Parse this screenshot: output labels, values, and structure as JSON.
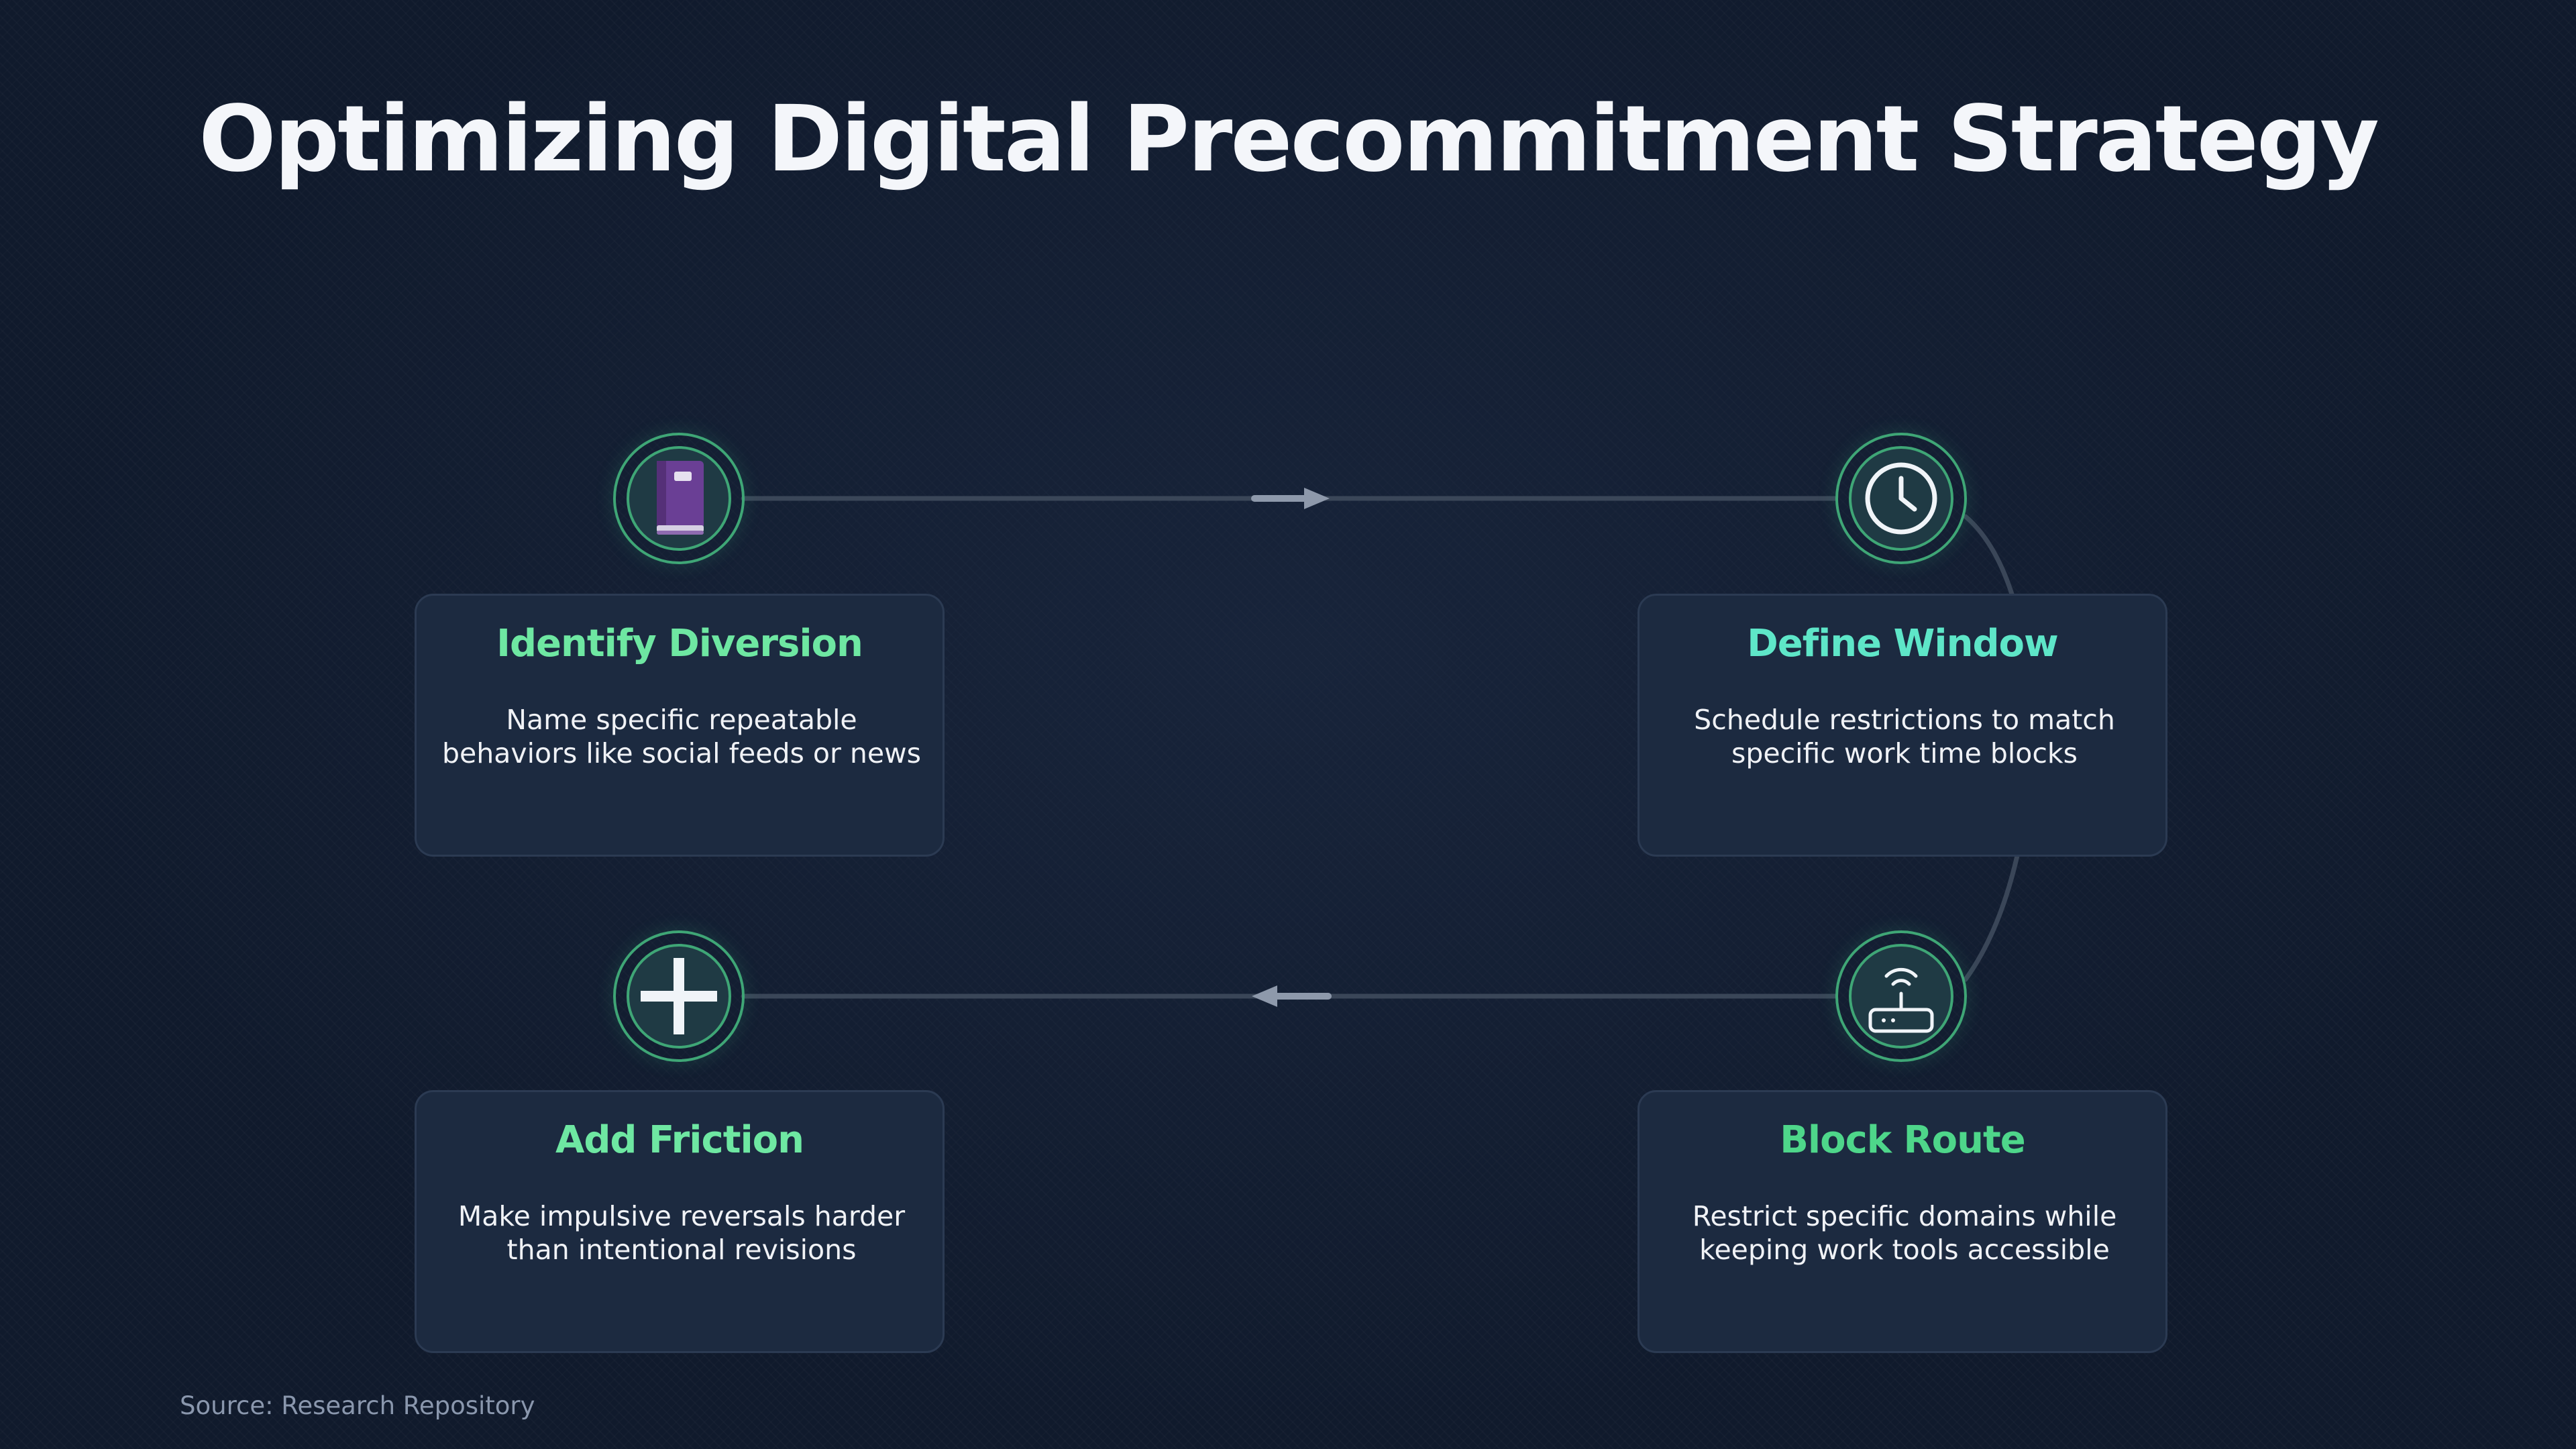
{
  "title": "Optimizing Digital Precommitment Strategy",
  "colors": {
    "background": "#101a2c",
    "card": "#1c2a40",
    "ring": "#3fa676",
    "connector": "#3a4658",
    "arrow": "#8e99ab"
  },
  "steps": [
    {
      "title": "Identify Diversion",
      "description": "Name specific repeatable behaviors like social feeds or news",
      "icon": "book-icon",
      "title_color": "#6ee7a2"
    },
    {
      "title": "Define Window",
      "description": "Schedule restrictions to match specific work time blocks",
      "icon": "clock-icon",
      "title_color": "#5ee6c8"
    },
    {
      "title": "Block Route",
      "description": "Restrict specific domains while keeping work tools accessible",
      "icon": "router-icon",
      "title_color": "#4ed68a"
    },
    {
      "title": "Add Friction",
      "description": "Make impulsive reversals harder than intentional revisions",
      "icon": "plus-icon",
      "title_color": "#6ee7a2"
    }
  ],
  "source": "Source: Research Repository"
}
